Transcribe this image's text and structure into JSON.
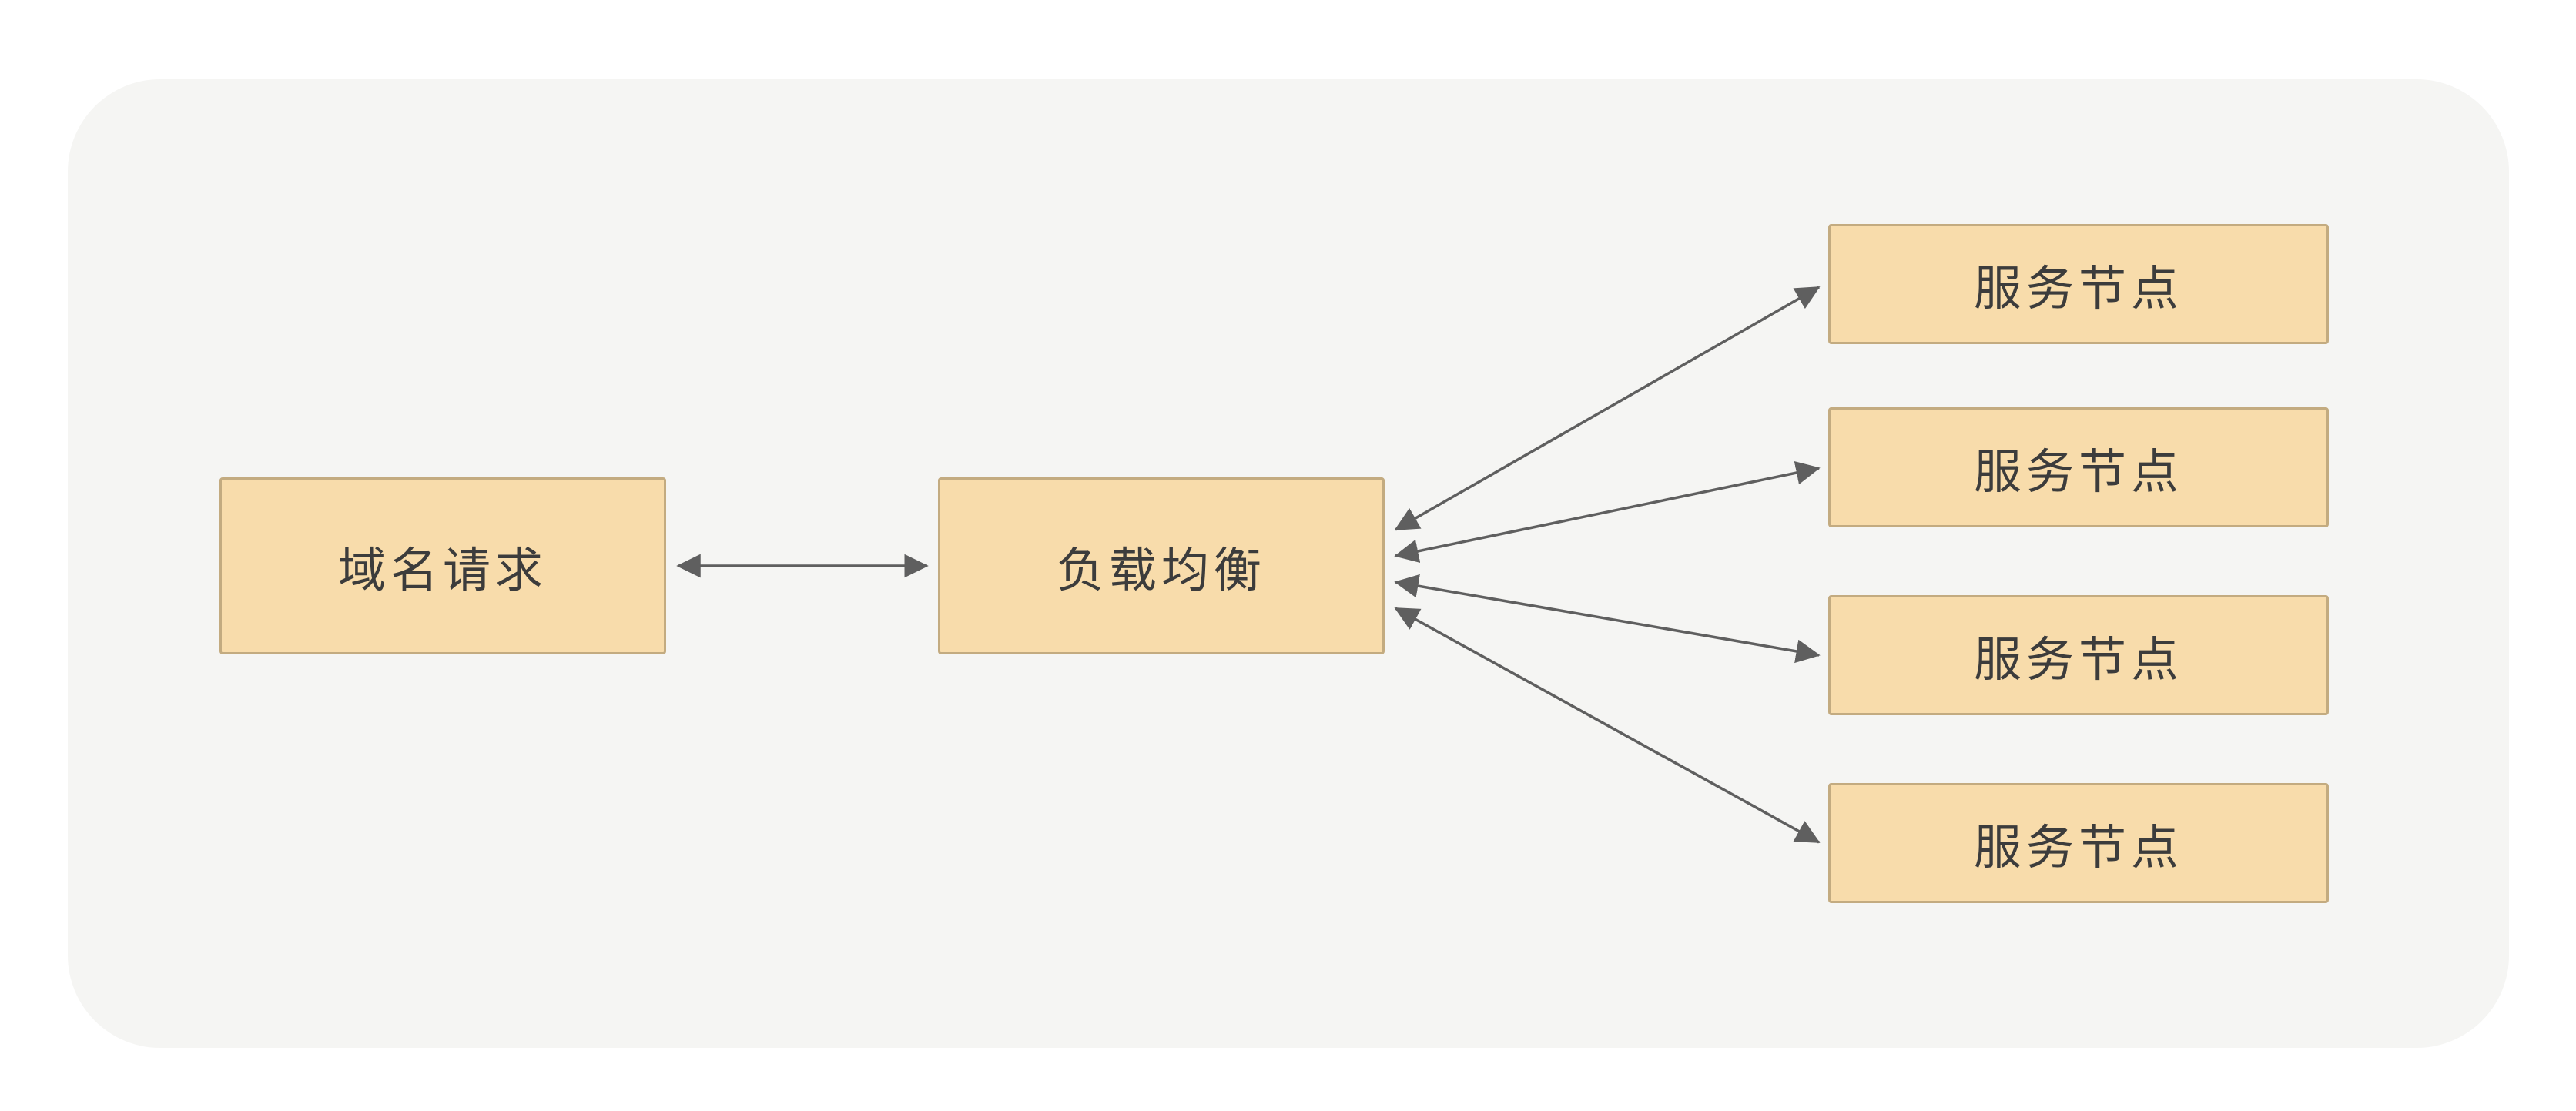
{
  "diagram": {
    "title": "load-balancing-topology",
    "domain_request": {
      "label": "域名请求"
    },
    "load_balancer": {
      "label": "负载均衡"
    },
    "service_nodes": [
      {
        "label": "服务节点"
      },
      {
        "label": "服务节点"
      },
      {
        "label": "服务节点"
      },
      {
        "label": "服务节点"
      }
    ],
    "connections": [
      {
        "from": "域名请求",
        "to": "负载均衡",
        "direction": "bidirectional"
      },
      {
        "from": "负载均衡",
        "to": "服务节点 1",
        "direction": "bidirectional"
      },
      {
        "from": "负载均衡",
        "to": "服务节点 2",
        "direction": "bidirectional"
      },
      {
        "from": "负载均衡",
        "to": "服务节点 3",
        "direction": "bidirectional"
      },
      {
        "from": "负载均衡",
        "to": "服务节点 4",
        "direction": "bidirectional"
      }
    ],
    "colors": {
      "node_fill": "#f8dcab",
      "node_border": "#c3ab80",
      "arrow": "#5f5f5f",
      "canvas_background": "#f5f5f3",
      "page_background": "#ffffff",
      "text": "#3c3c3c"
    }
  }
}
